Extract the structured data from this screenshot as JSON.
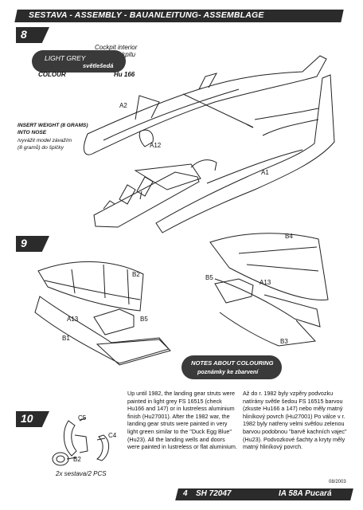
{
  "header": {
    "title": "SESTAVA - ASSEMBLY - BAUANLEITUNG- ASSEMBLAGE"
  },
  "steps": {
    "s8": "8",
    "s9": "9",
    "s10": "10"
  },
  "step8": {
    "cockpit_interior_en": "Cockpit interior",
    "cockpit_interior_cz": "vnitřek kokpitu",
    "colour_name": "LIGHT GREY",
    "colour_name_cz": "světlešedá",
    "colour_label": "COLOUR",
    "colour_code": "Hu 166",
    "weight_en_1": "INSERT WEIGHT (8 GRAMS)",
    "weight_en_2": "INTO NOSE",
    "weight_cz_1": "/vyvážit model závažím",
    "weight_cz_2": "(8 gramů) do špičky",
    "part_a2": "A2",
    "part_a12": "A12",
    "part_a1": "A1"
  },
  "step9": {
    "part_b2": "B2",
    "part_a13_left": "A13",
    "part_b5_left": "B5",
    "part_b1": "B1",
    "part_b4": "B4",
    "part_b5_right": "B5",
    "part_a13_right": "A13",
    "part_b3": "B3"
  },
  "notes": {
    "title_en": "NOTES ABOUT COLOURING",
    "title_cz": "poznámky ke zbarvení",
    "en": "Up until 1982, the landing gear struts were painted in light grey FS 16515 (check Hu166 and 147) or in lustreless aluminium finish (Hu27001). After the 1982 war, the landing gear struts were painted in very light green similar to the \"Duck Egg Blue\" (Hu23). All the landing wells and doors were painted in lustreless or flat aluminium.",
    "cz": "Až do r. 1982 byly vzpěry podvozku natírány světle šedou FS 16515 barvou (zkuste Hu166 a 147) nebo měly matný hliníkový povrch (Hu27001) Po válce v r. 1982 byly natřeny velmi světlou zelenou barvou podobnou \"barvě kachních vajec\"(Hu23). Podvozkové šachty a kryty měly matný hliníkový povrch."
  },
  "step10": {
    "part_c5": "C5",
    "part_c4": "C4",
    "part_b2": "B2",
    "quantity": "2x sestava/2 PCS"
  },
  "footer": {
    "page": "4",
    "kit": "SH 72047",
    "model": "IA 58A Pucará",
    "date": "08/2003"
  }
}
